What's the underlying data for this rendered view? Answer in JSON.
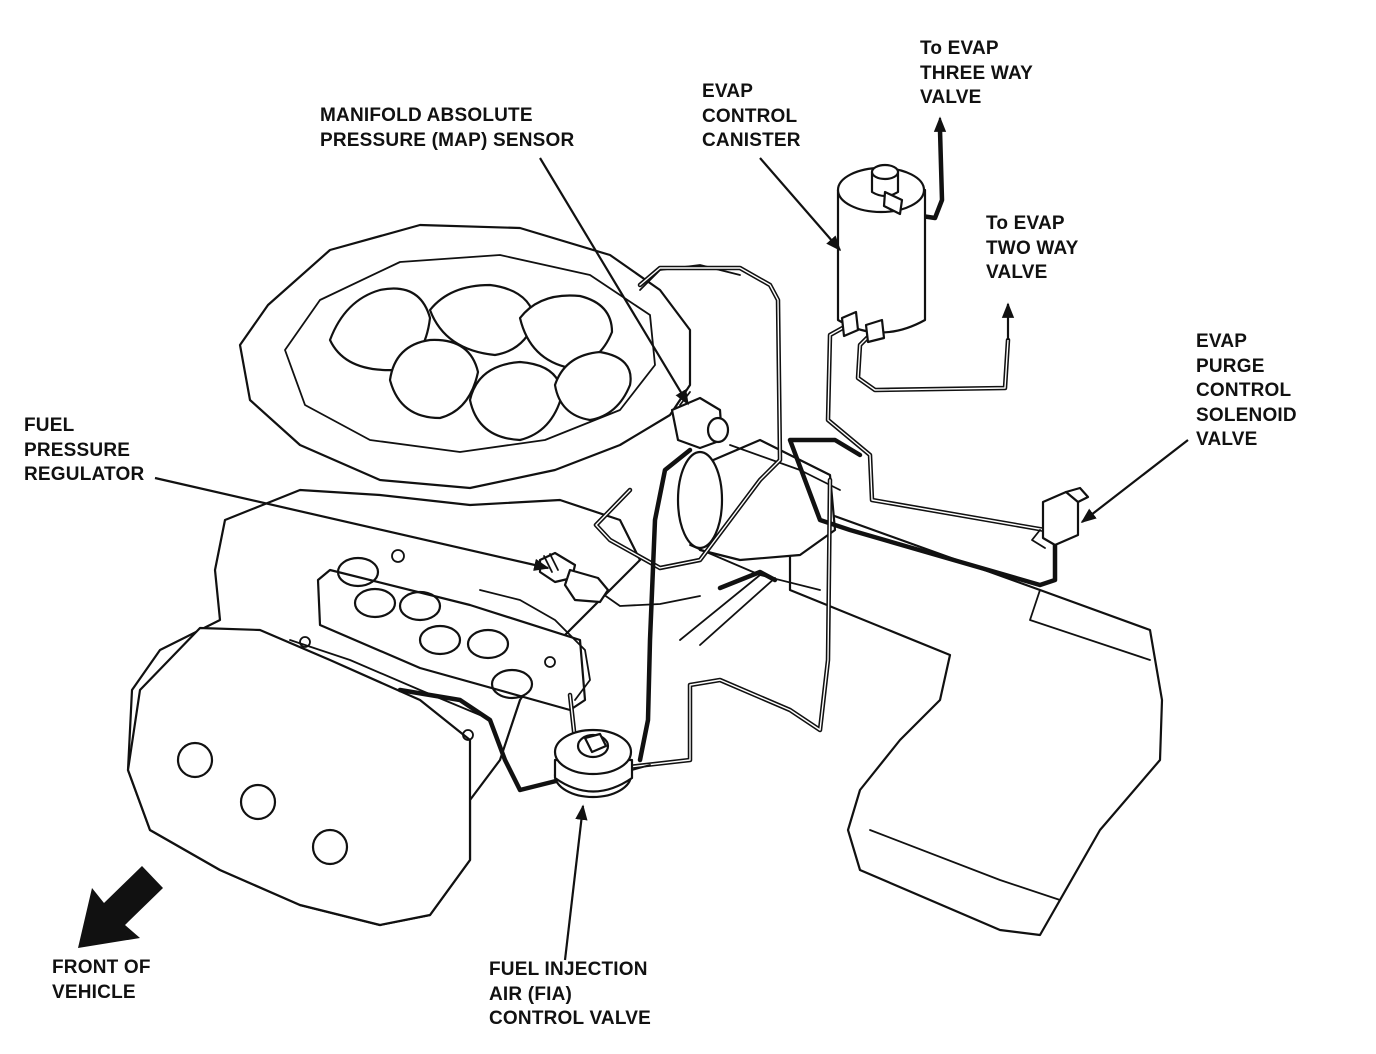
{
  "labels": {
    "map_sensor": [
      "MANIFOLD ABSOLUTE",
      "PRESSURE (MAP) SENSOR"
    ],
    "evap_canister": [
      "EVAP",
      "CONTROL",
      "CANISTER"
    ],
    "three_way_valve": [
      "To EVAP",
      "THREE WAY",
      "VALVE"
    ],
    "two_way_valve": [
      "To EVAP",
      "TWO WAY",
      "VALVE"
    ],
    "purge_solenoid": [
      "EVAP",
      "PURGE",
      "CONTROL",
      "SOLENOID",
      "VALVE"
    ],
    "fuel_pressure_regulator": [
      "FUEL",
      "PRESSURE",
      "REGULATOR"
    ],
    "fia_valve": [
      "FUEL INJECTION",
      "AIR (FIA)",
      "CONTROL VALVE"
    ],
    "front_of_vehicle": [
      "FRONT OF",
      "VEHICLE"
    ]
  },
  "colors": {
    "ink": "#111111",
    "paper": "#ffffff"
  },
  "icons": {
    "front_arrow": "front-of-vehicle-arrow-icon"
  }
}
